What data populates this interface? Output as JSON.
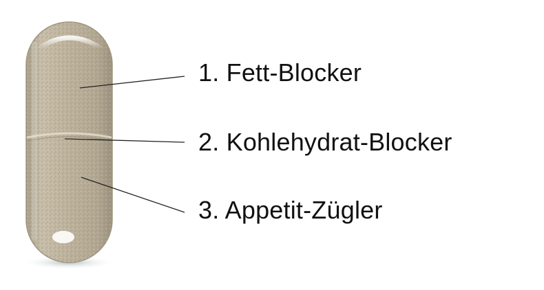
{
  "labels": [
    {
      "text": "1. Fett-Blocker"
    },
    {
      "text": "2. Kohlehydrat-Blocker"
    },
    {
      "text": "3. Appetit-Zügler"
    }
  ],
  "colors": {
    "background": "#ffffff",
    "capsule_body": "#b9ae98",
    "capsule_shadow": "#9e9482",
    "text": "#111111",
    "leader_line": "#222222"
  }
}
